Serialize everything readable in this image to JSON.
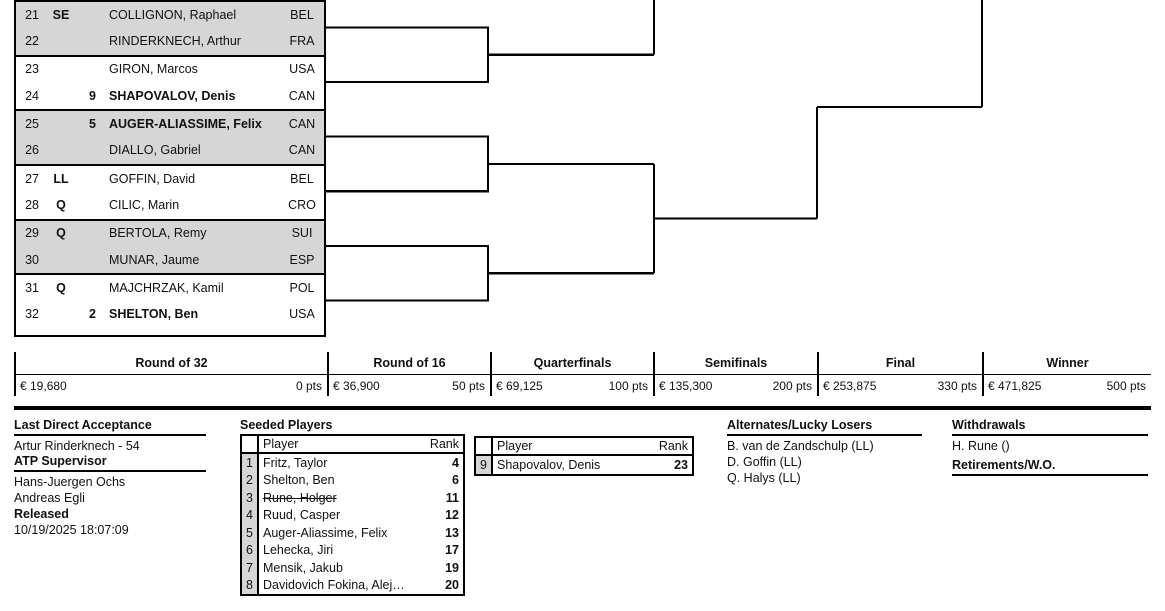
{
  "draw": {
    "columns": [
      "#",
      "status",
      "seed",
      "player",
      "country"
    ],
    "rows": [
      {
        "num": "21",
        "status": "SE",
        "seed": "",
        "player": "COLLIGNON, Raphael",
        "country": "BEL",
        "bold": false,
        "shade": true
      },
      {
        "num": "22",
        "status": "",
        "seed": "",
        "player": "RINDERKNECH, Arthur",
        "country": "FRA",
        "bold": false,
        "shade": true
      },
      {
        "num": "23",
        "status": "",
        "seed": "",
        "player": "GIRON, Marcos",
        "country": "USA",
        "bold": false,
        "shade": false
      },
      {
        "num": "24",
        "status": "",
        "seed": "9",
        "player": "SHAPOVALOV, Denis",
        "country": "CAN",
        "bold": true,
        "shade": false
      },
      {
        "num": "25",
        "status": "",
        "seed": "5",
        "player": "AUGER-ALIASSIME, Felix",
        "country": "CAN",
        "bold": true,
        "shade": true
      },
      {
        "num": "26",
        "status": "",
        "seed": "",
        "player": "DIALLO, Gabriel",
        "country": "CAN",
        "bold": false,
        "shade": true
      },
      {
        "num": "27",
        "status": "LL",
        "seed": "",
        "player": "GOFFIN, David",
        "country": "BEL",
        "bold": false,
        "shade": false
      },
      {
        "num": "28",
        "status": "Q",
        "seed": "",
        "player": "CILIC, Marin",
        "country": "CRO",
        "bold": false,
        "shade": false
      },
      {
        "num": "29",
        "status": "Q",
        "seed": "",
        "player": "BERTOLA, Remy",
        "country": "SUI",
        "bold": false,
        "shade": true
      },
      {
        "num": "30",
        "status": "",
        "seed": "",
        "player": "MUNAR, Jaume",
        "country": "ESP",
        "bold": false,
        "shade": true
      },
      {
        "num": "31",
        "status": "Q",
        "seed": "",
        "player": "MAJCHRZAK, Kamil",
        "country": "POL",
        "bold": false,
        "shade": false
      },
      {
        "num": "32",
        "status": "",
        "seed": "2",
        "player": "SHELTON, Ben",
        "country": "USA",
        "bold": true,
        "shade": false
      }
    ]
  },
  "rounds": [
    {
      "name": "Round of 32",
      "prize": "€ 19,680",
      "points": "0 pts"
    },
    {
      "name": "Round of 16",
      "prize": "€ 36,900",
      "points": "50 pts"
    },
    {
      "name": "Quarterfinals",
      "prize": "€ 69,125",
      "points": "100 pts"
    },
    {
      "name": "Semifinals",
      "prize": "€ 135,300",
      "points": "200 pts"
    },
    {
      "name": "Final",
      "prize": "€ 253,875",
      "points": "330 pts"
    },
    {
      "name": "Winner",
      "prize": "€ 471,825",
      "points": "500 pts"
    }
  ],
  "last_direct_acceptance": {
    "title": "Last Direct Acceptance",
    "value": "Artur Rinderknech - 54"
  },
  "atp_supervisor": {
    "title": "ATP Supervisor",
    "names": [
      "Hans-Juergen Ochs",
      "Andreas Egli"
    ]
  },
  "released": {
    "title": "Released",
    "timestamp": "10/19/2025 18:07:09"
  },
  "seeded_players": {
    "title": "Seeded Players",
    "header": {
      "player": "Player",
      "rank": "Rank"
    },
    "rows": [
      {
        "seed": "1",
        "player": "Fritz, Taylor",
        "rank": "4",
        "struck": false
      },
      {
        "seed": "2",
        "player": "Shelton, Ben",
        "rank": "6",
        "struck": false
      },
      {
        "seed": "3",
        "player": "Rune, Holger",
        "rank": "11",
        "struck": true
      },
      {
        "seed": "4",
        "player": "Ruud, Casper",
        "rank": "12",
        "struck": false
      },
      {
        "seed": "5",
        "player": "Auger-Aliassime, Felix",
        "rank": "13",
        "struck": false
      },
      {
        "seed": "6",
        "player": "Lehecka, Jiri",
        "rank": "17",
        "struck": false
      },
      {
        "seed": "7",
        "player": "Mensik, Jakub",
        "rank": "19",
        "struck": false
      },
      {
        "seed": "8",
        "player": "Davidovich Fokina, Alej…",
        "rank": "20",
        "struck": false
      }
    ]
  },
  "seeded_players_overflow": {
    "header": {
      "player": "Player",
      "rank": "Rank"
    },
    "rows": [
      {
        "seed": "9",
        "player": "Shapovalov, Denis",
        "rank": "23",
        "struck": false
      }
    ]
  },
  "alternates": {
    "title": "Alternates/Lucky Losers",
    "entries": [
      "B. van de Zandschulp (LL)",
      "D. Goffin (LL)",
      "Q. Halys (LL)"
    ]
  },
  "withdrawals": {
    "title": "Withdrawals",
    "entries": [
      "H. Rune ()"
    ],
    "retirements_title": "Retirements/W.O."
  }
}
